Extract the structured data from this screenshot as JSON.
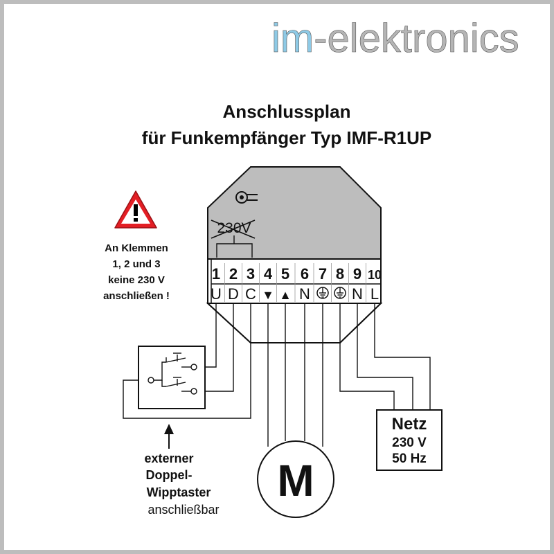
{
  "brand": {
    "part1": "im",
    "part2": "-elektronics",
    "color_im": "#8ecae6",
    "color_rest": "#b5b5b5"
  },
  "title": {
    "line1": "Anschlussplan",
    "line2": "für Funkempfänger Typ IMF-R1UP"
  },
  "warning": {
    "icon": "warning-triangle-icon",
    "line1": "An Klemmen",
    "line2": "1, 2 und 3",
    "line3": "keine 230 V",
    "line4": "anschließen !",
    "color": "#e31e24"
  },
  "module": {
    "crossed_label": "230V",
    "icon": "antenna-knob-icon",
    "fill": "#bdbdbd",
    "terminals": [
      {
        "num": "1",
        "sym": "U"
      },
      {
        "num": "2",
        "sym": "D"
      },
      {
        "num": "3",
        "sym": "C"
      },
      {
        "num": "4",
        "sym": "▼"
      },
      {
        "num": "5",
        "sym": "▲"
      },
      {
        "num": "6",
        "sym": "N"
      },
      {
        "num": "7",
        "sym": "ground-icon"
      },
      {
        "num": "8",
        "sym": "ground-icon"
      },
      {
        "num": "9",
        "sym": "N"
      },
      {
        "num": "10",
        "sym": "L"
      }
    ]
  },
  "netz": {
    "line1": "Netz",
    "line2": "230 V",
    "line3": "50 Hz"
  },
  "motor": {
    "label": "M"
  },
  "switch": {
    "icon": "double-rocker-switch-icon",
    "arrow_icon": "arrow-up-icon",
    "line1": "externer",
    "line2": "Doppel-",
    "line3": "Wipptaster",
    "line4": "anschließbar"
  }
}
